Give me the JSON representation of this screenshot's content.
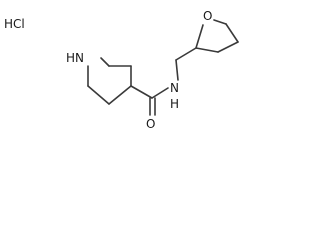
{
  "salt": "HCl",
  "atoms": {
    "piperidine_n": "HN",
    "amide_n": "N",
    "amide_h": "H",
    "carbonyl_o": "O",
    "ring_o": "O"
  }
}
